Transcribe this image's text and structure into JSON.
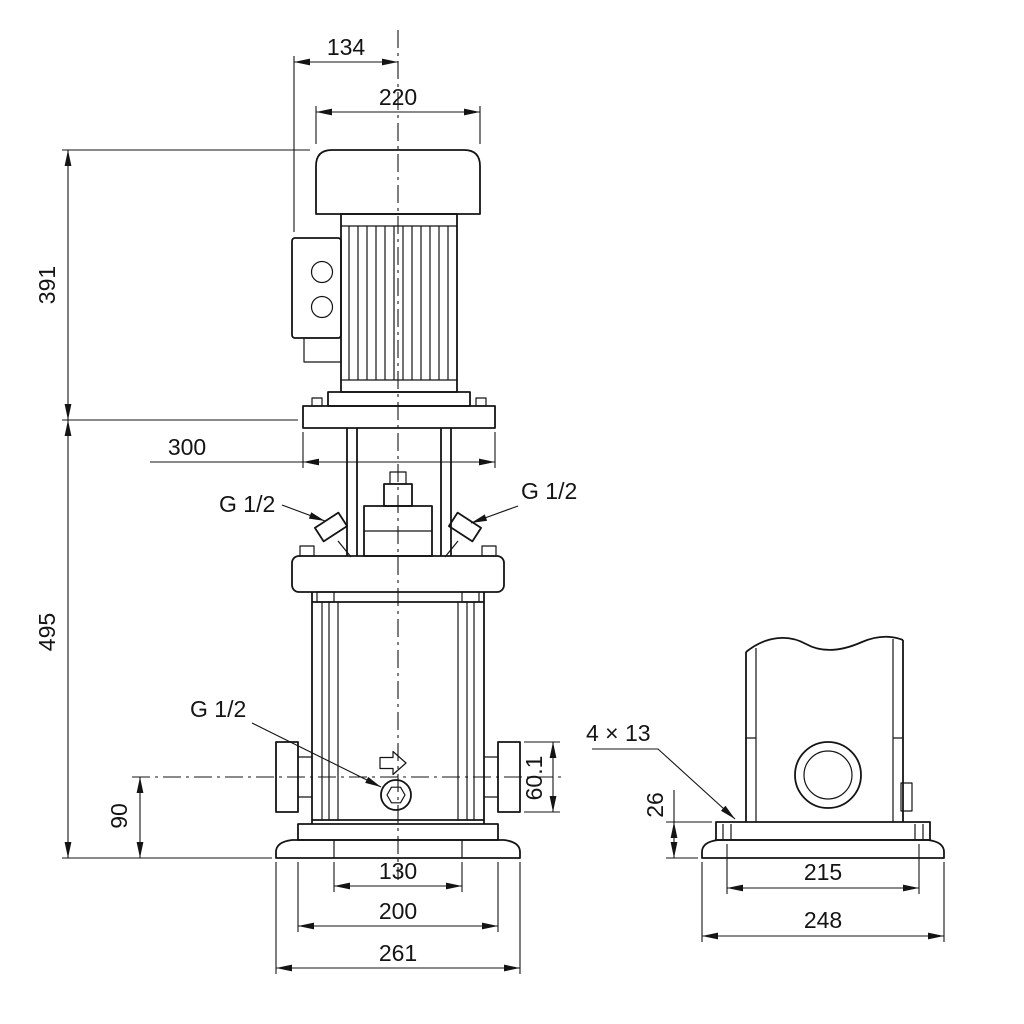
{
  "front_view": {
    "dims": {
      "box_to_center": "134",
      "motor_width": "220",
      "motor_height": "391",
      "head_width": "300",
      "pump_height": "495",
      "port_height": "90",
      "port_flange": "60.1",
      "base_hole_spacing": "130",
      "base_plate_width": "200",
      "base_overall_width": "261"
    },
    "plugs": {
      "vent_left": "G 1/2",
      "vent_right": "G 1/2",
      "drain": "G 1/2"
    }
  },
  "side_view": {
    "holes_note": "4 × 13",
    "dims": {
      "base_height": "26",
      "hole_spacing": "215",
      "base_width": "248"
    }
  }
}
